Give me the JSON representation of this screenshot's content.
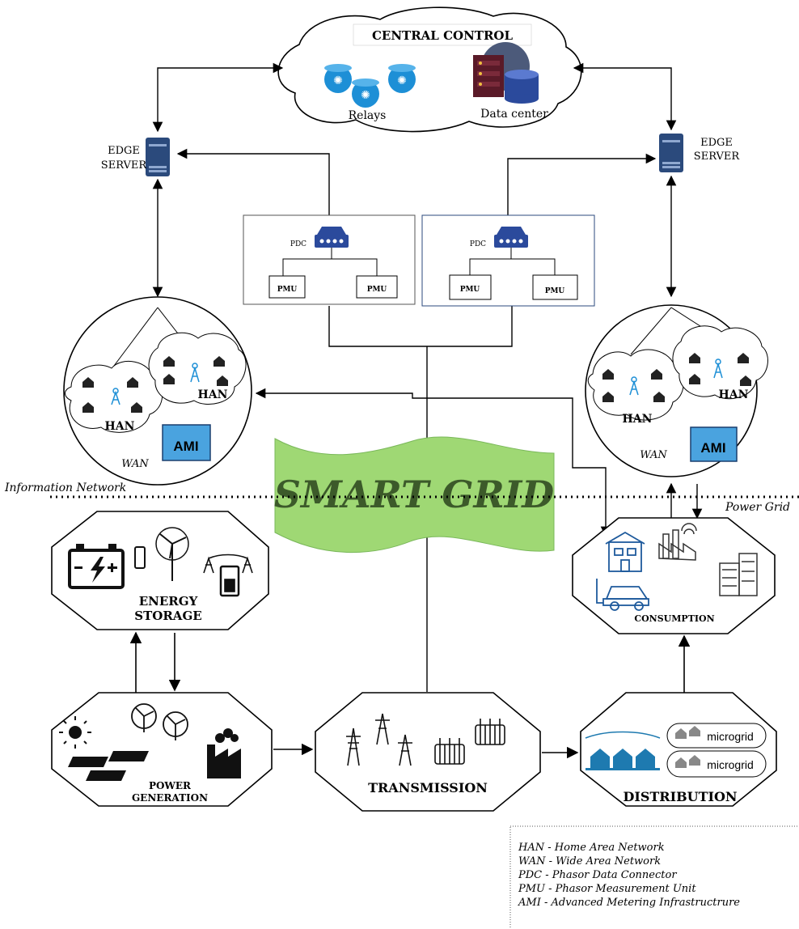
{
  "central": {
    "title": "CENTRAL CONTROL",
    "relays": "Relays",
    "data_center": "Data center"
  },
  "edge": {
    "left_line1": "EDGE",
    "left_line2": "SERVER",
    "right_line1": "EDGE",
    "right_line2": "SERVER"
  },
  "pdc_left": {
    "pdc": "PDC",
    "pmu_a": "PMU",
    "pmu_b": "PMU"
  },
  "pdc_right": {
    "pdc": "PDC",
    "pmu_a": "PMU",
    "pmu_b": "PMU"
  },
  "wan_left": {
    "han_1": "HAN",
    "han_2": "HAN",
    "wan": "WAN",
    "ami": "AMI"
  },
  "wan_right": {
    "han_1": "HAN",
    "han_2": "HAN",
    "wan": "WAN",
    "ami": "AMI"
  },
  "banner": {
    "title": "SMART GRID"
  },
  "layers": {
    "information": "Information Network",
    "power": "Power Grid"
  },
  "nodes": {
    "storage_1": "ENERGY",
    "storage_2": "STORAGE",
    "consumption": "CONSUMPTION",
    "generation_1": "POWER",
    "generation_2": "GENERATION",
    "transmission": "TRANSMISSION",
    "distribution": "DISTRIBUTION",
    "microgrid_1": "microgrid",
    "microgrid_2": "microgrid"
  },
  "legend": {
    "items": [
      "HAN - Home Area Network",
      "WAN - Wide Area Network",
      "PDC - Phasor Data Connector",
      "PMU - Phasor Measurement Unit",
      "AMI - Advanced Metering Infrastructrure"
    ]
  },
  "colors": {
    "banner_fill": "#9fd874",
    "banner_text": "#3c5a2a",
    "ami_fill": "#4aa3df",
    "server_blue": "#2b4a7c",
    "relay_blue": "#1d8fd6",
    "house_blue": "#1e7ab0"
  }
}
